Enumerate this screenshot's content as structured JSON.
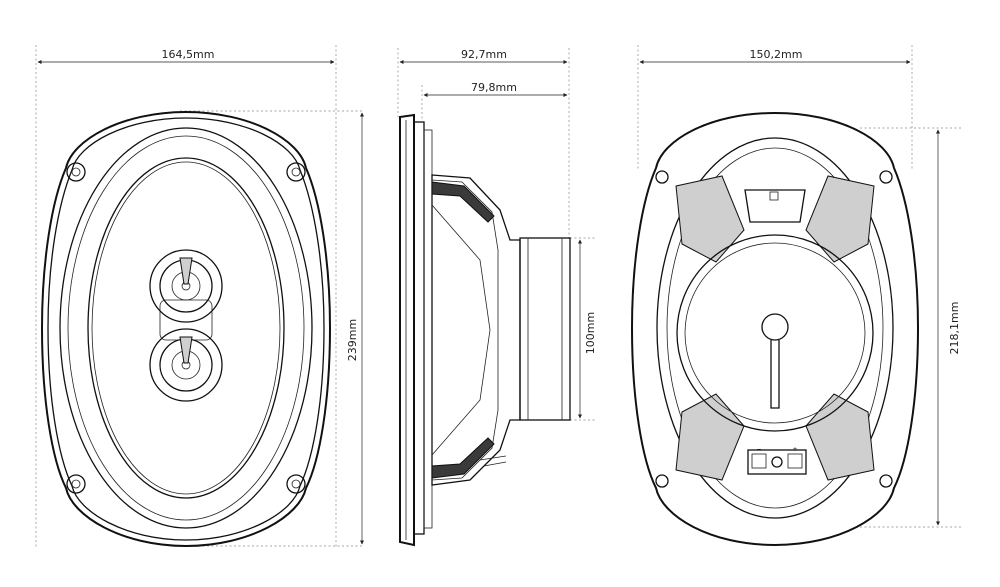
{
  "dimensions": {
    "front_width": "164,5mm",
    "front_height": "239mm",
    "side_depth_total": "92,7mm",
    "side_depth_mount": "79,8mm",
    "magnet_height": "100mm",
    "rear_width": "150,2mm",
    "rear_height": "218,1mm"
  },
  "terminal_labels": {
    "negative": "−",
    "positive": "+"
  }
}
